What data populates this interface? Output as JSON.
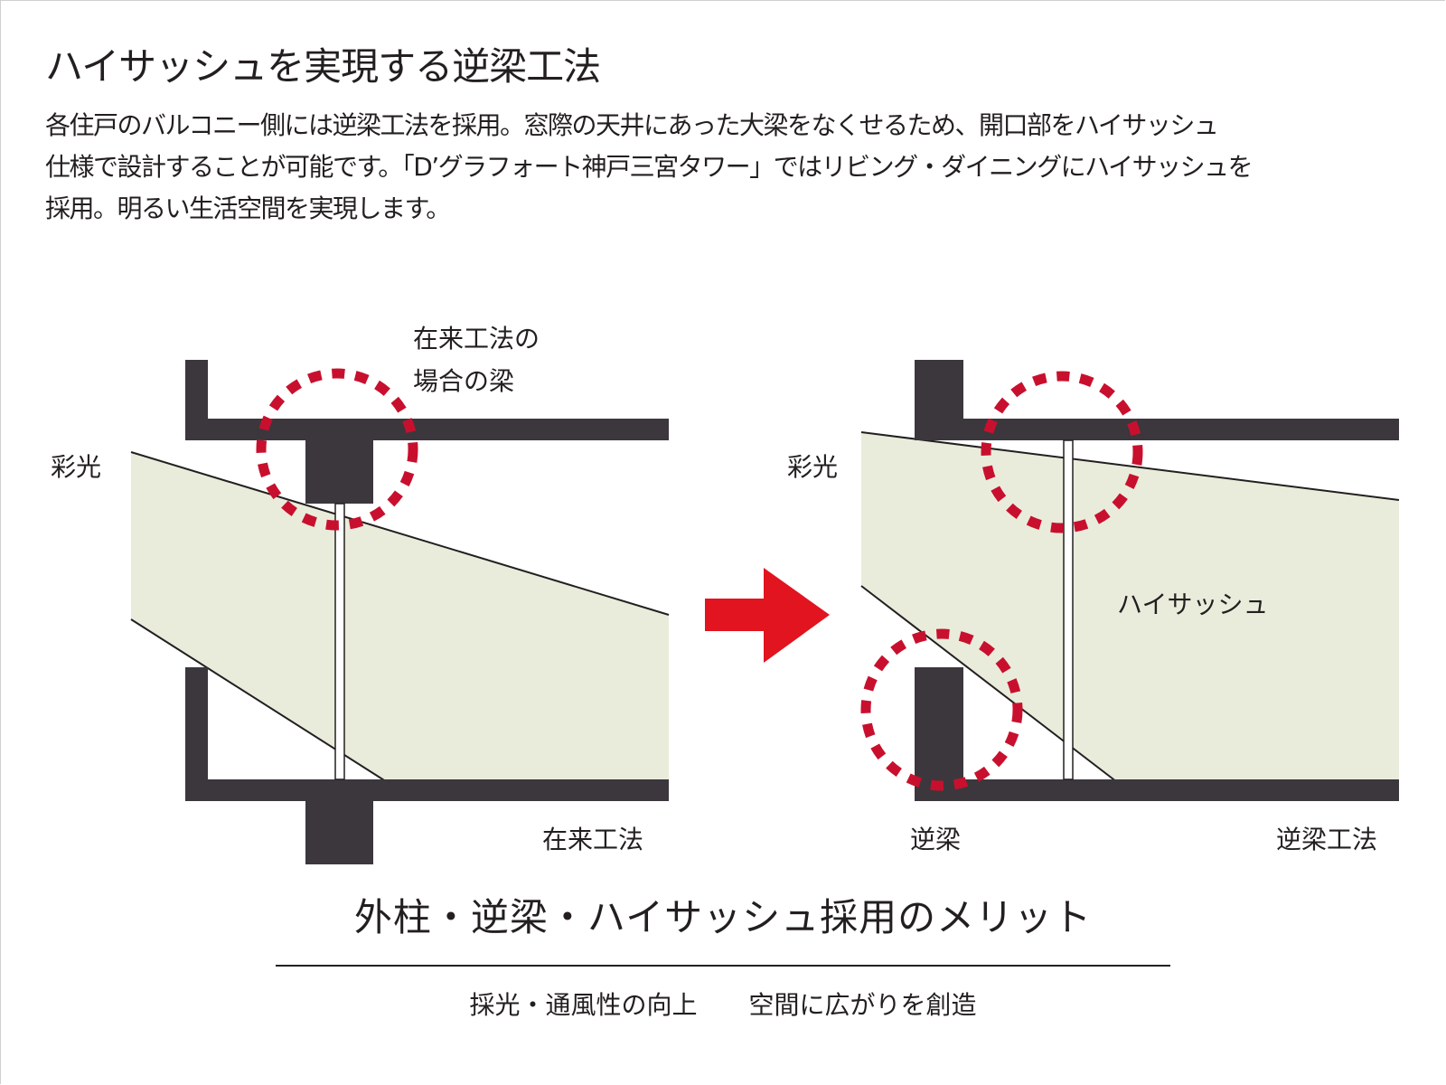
{
  "heading": "ハイサッシュを実現する逆梁工法",
  "description": [
    "各住戸のバルコニー側には逆梁工法を採用。窓際の天井にあった大梁をなくせるため、開口部をハイサッシュ",
    "仕様で設計することが可能です。「D’グラフォート神戸三宮タワー」ではリビング・ダイニングにハイサッシュを",
    "採用。明るい生活空間を実現します。"
  ],
  "left_diagram": {
    "callout": [
      "在来工法の",
      "場合の梁"
    ],
    "light_label": "彩光",
    "method_label": "在来工法"
  },
  "right_diagram": {
    "light_label": "彩光",
    "sash_label": "ハイサッシュ",
    "beam_label": "逆梁",
    "method_label": "逆梁工法"
  },
  "merit": {
    "title": "外柱・逆梁・ハイサッシュ採用のメリット",
    "items": [
      "採光・通風性の向上",
      "空間に広がりを創造"
    ]
  },
  "colors": {
    "structure": "#3b373d",
    "light": "#e9ecdb",
    "highlight": "#c8102e",
    "arrow": "#e1141f",
    "text": "#231f20"
  }
}
